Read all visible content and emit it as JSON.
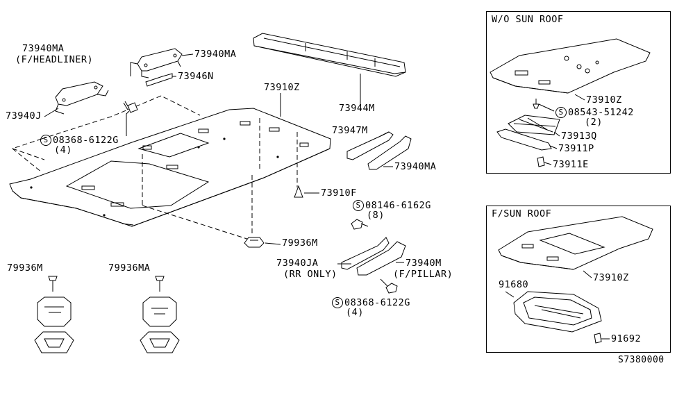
{
  "labels": {
    "l_73940ma_top": "73940MA",
    "l_f_headliner": "(F/HEADLINER)",
    "l_73940ma_b": "73940MA",
    "l_73946n": "73946N",
    "l_73940j": "73940J",
    "l_08368_6122g_a": "08368-6122G",
    "l_qty4_a": "(4)",
    "l_73910z": "73910Z",
    "l_73944m": "73944M",
    "l_73947m": "73947M",
    "l_73940ma_c": "73940MA",
    "l_73910f": "73910F",
    "l_08146_6162g": "08146-6162G",
    "l_qty8": "(8)",
    "l_79936m_center": "79936M",
    "l_73940ja": "73940JA",
    "l_rr_only": "(RR ONLY)",
    "l_73940m": "73940M",
    "l_f_pillar": "(F/PILLAR)",
    "l_08368_6122g_b": "08368-6122G",
    "l_qty4_b": "(4)",
    "l_79936m_left": "79936M",
    "l_79936ma": "79936MA"
  },
  "wo_sunroof": {
    "title": "W/O SUN ROOF",
    "l_73910z": "73910Z",
    "l_08543_51242": "08543-51242",
    "l_qty2": "(2)",
    "l_73913q": "73913Q",
    "l_73911p": "73911P",
    "l_73911e": "73911E"
  },
  "f_sunroof": {
    "title": "F/SUN ROOF",
    "l_73910z": "73910Z",
    "l_91680": "91680",
    "l_91692": "91692"
  },
  "screw_symbol": "S",
  "diagram_code": "S7380000"
}
